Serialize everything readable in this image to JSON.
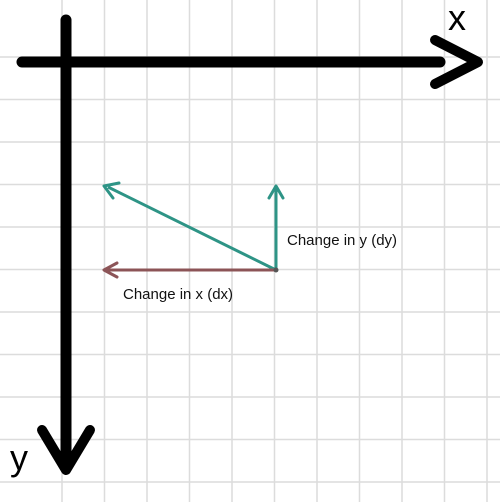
{
  "axes": {
    "x_label": "x",
    "y_label": "y"
  },
  "annotations": {
    "change_in_y": "Change in y (dy)",
    "change_in_x": "Change in x (dx)"
  },
  "colors": {
    "grid": "#dcdcdc",
    "axis": "#000000",
    "resultant_vector": "#2e9486",
    "dy_vector": "#2e9486",
    "dx_vector": "#8c5457"
  },
  "icons": [
    "x-axis-arrow-icon",
    "y-axis-arrow-icon"
  ]
}
